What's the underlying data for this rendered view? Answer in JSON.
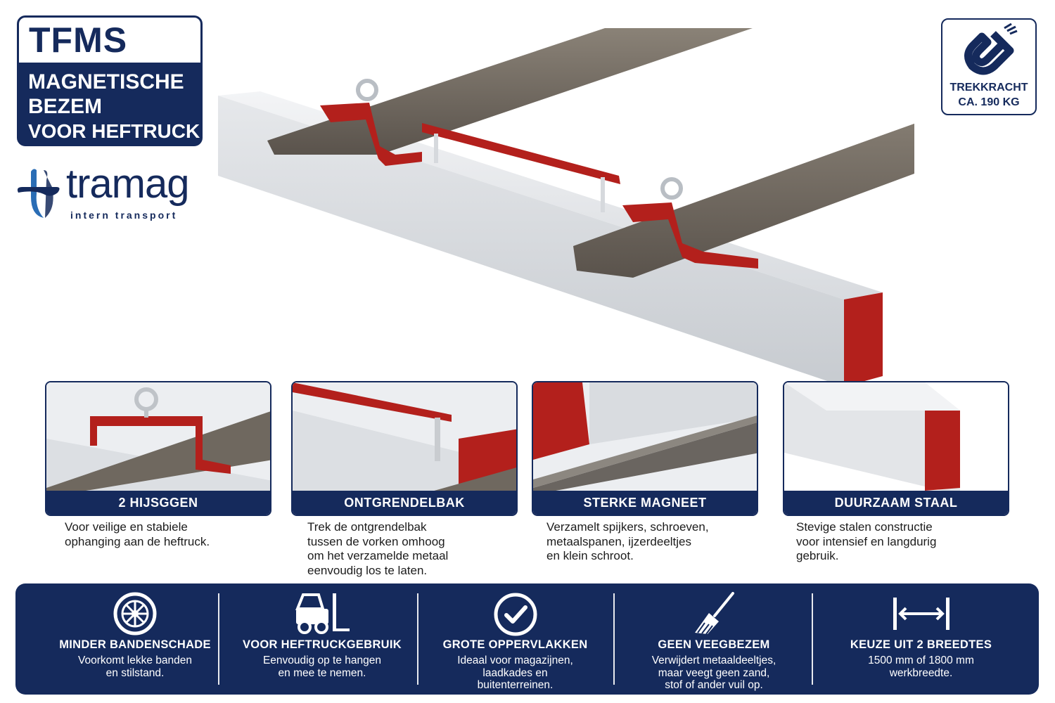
{
  "title_badge": {
    "code": "TFMS",
    "line1": "MAGNETISCHE",
    "line2": "BEZEM",
    "line3": "VOOR HEFTRUCK"
  },
  "logo": {
    "wordmark": "tramag",
    "tagline": "intern transport"
  },
  "force_badge": {
    "icon": "magnet-icon",
    "line1": "TREKKRACHT",
    "line2": "CA. 190 KG"
  },
  "colors": {
    "navy": "#152a5c",
    "red": "#b3201c",
    "steel": "#dfe2e6"
  },
  "cards": [
    {
      "title": "2 HIJSGGEN",
      "desc": "Voor veilige en stabiele\nophanging aan de heftruck."
    },
    {
      "title": "ONTGRENDELBAK",
      "desc": "Trek de ontgrendelbak\ntussen de vorken omhoog\nom het verzamelde metaal\neenvoudig los te laten."
    },
    {
      "title": "STERKE MAGNEET",
      "desc": "Verzamelt spijkers, schroeven,\nmetaalspanen, ijzerdeeltjes\nen klein schroot."
    },
    {
      "title": "DUURZAAM STAAL",
      "desc": "Stevige stalen constructie\nvoor intensief en langdurig\ngebruik."
    }
  ],
  "features": [
    {
      "icon": "tire-icon",
      "title": "MINDER BANDENSCHADE",
      "desc": "Voorkomt lekke banden\nen stilstand."
    },
    {
      "icon": "forklift-icon",
      "title": "VOOR HEFTRUCKGEBRUIK",
      "desc": "Eenvoudig op te hangen\nen mee te nemen."
    },
    {
      "icon": "checkmark-circle-icon",
      "title": "GROTE OPPERVLAKKEN",
      "desc": "Ideaal voor magazijnen,\nlaadkades en\nbuitenterreinen."
    },
    {
      "icon": "broom-icon",
      "title": "GEEN VEEGBEZEM",
      "desc": "Verwijdert metaaldeeltjes,\nmaar veegt geen zand,\nstof of ander vuil op."
    },
    {
      "icon": "width-arrow-icon",
      "title": "KEUZE UIT 2 BREEDTES",
      "desc": "1500 mm of 1800 mm\nwerkbreedte."
    }
  ]
}
